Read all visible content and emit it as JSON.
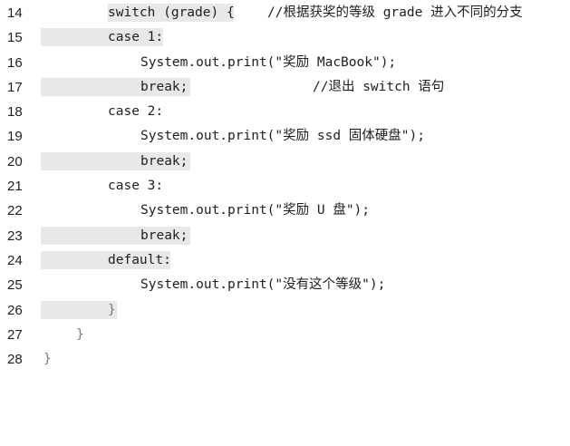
{
  "code_lines": [
    {
      "number": "14",
      "code": "switch (grade) {",
      "comment": "//根据获奖的等级 grade 进入不同的分支"
    },
    {
      "number": "15",
      "code": "case 1:"
    },
    {
      "number": "16",
      "code": "System.out.print(\"奖励 MacBook\");"
    },
    {
      "number": "17",
      "code": "break;",
      "comment": "//退出 switch 语句"
    },
    {
      "number": "18",
      "code": "case 2:"
    },
    {
      "number": "19",
      "code": "System.out.print(\"奖励 ssd 固体硬盘\");"
    },
    {
      "number": "20",
      "code": "break;"
    },
    {
      "number": "21",
      "code": "case 3:"
    },
    {
      "number": "22",
      "code": "System.out.print(\"奖励 U 盘\");"
    },
    {
      "number": "23",
      "code": "break;"
    },
    {
      "number": "24",
      "code": "default:"
    },
    {
      "number": "25",
      "code": "System.out.print(\"没有这个等级\");"
    },
    {
      "number": "26",
      "code": "}"
    },
    {
      "number": "27",
      "code": "}"
    },
    {
      "number": "28",
      "code": "}"
    }
  ]
}
